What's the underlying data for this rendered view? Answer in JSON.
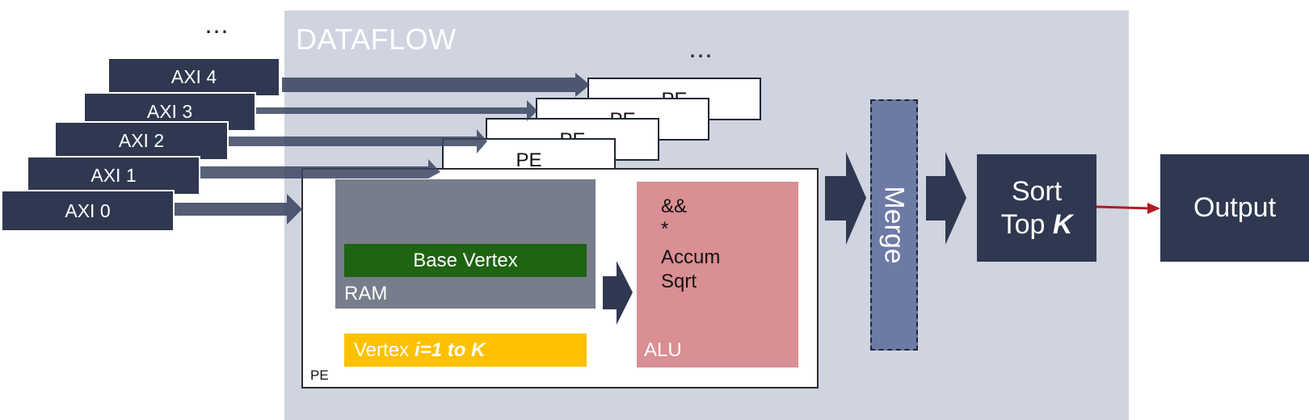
{
  "diagram": {
    "section_title": "DATAFLOW",
    "axi_ellipsis": "⋯",
    "pe_ellipsis": "⋯",
    "axi_ports": [
      "AXI 4",
      "AXI 3",
      "AXI 2",
      "AXI 1",
      "AXI 0"
    ],
    "pe_stack_labels": [
      "PE",
      "PE",
      "PE",
      "PE"
    ],
    "pe": {
      "label": "PE",
      "ram": {
        "label": "RAM",
        "base_vertex": "Base Vertex"
      },
      "vertex": {
        "prefix": "Vertex",
        "range": "i=1 to K"
      },
      "alu": {
        "label": "ALU",
        "ops": [
          "&&",
          "*",
          "Accum",
          "Sqrt"
        ]
      }
    },
    "merge_label": "Merge",
    "sort": {
      "line1": "Sort",
      "line2_prefix": "Top",
      "line2_var": "K"
    },
    "output_label": "Output",
    "colors": {
      "navy": "#2f3850",
      "dataflow_bg": "#cfd4e0",
      "ram": "#777d8b",
      "base_vertex": "#1f6313",
      "vertex_bar": "#fdc100",
      "alu": "#d98f93",
      "merge": "#6d7aa5",
      "output_arrow": "#b11c22"
    }
  }
}
